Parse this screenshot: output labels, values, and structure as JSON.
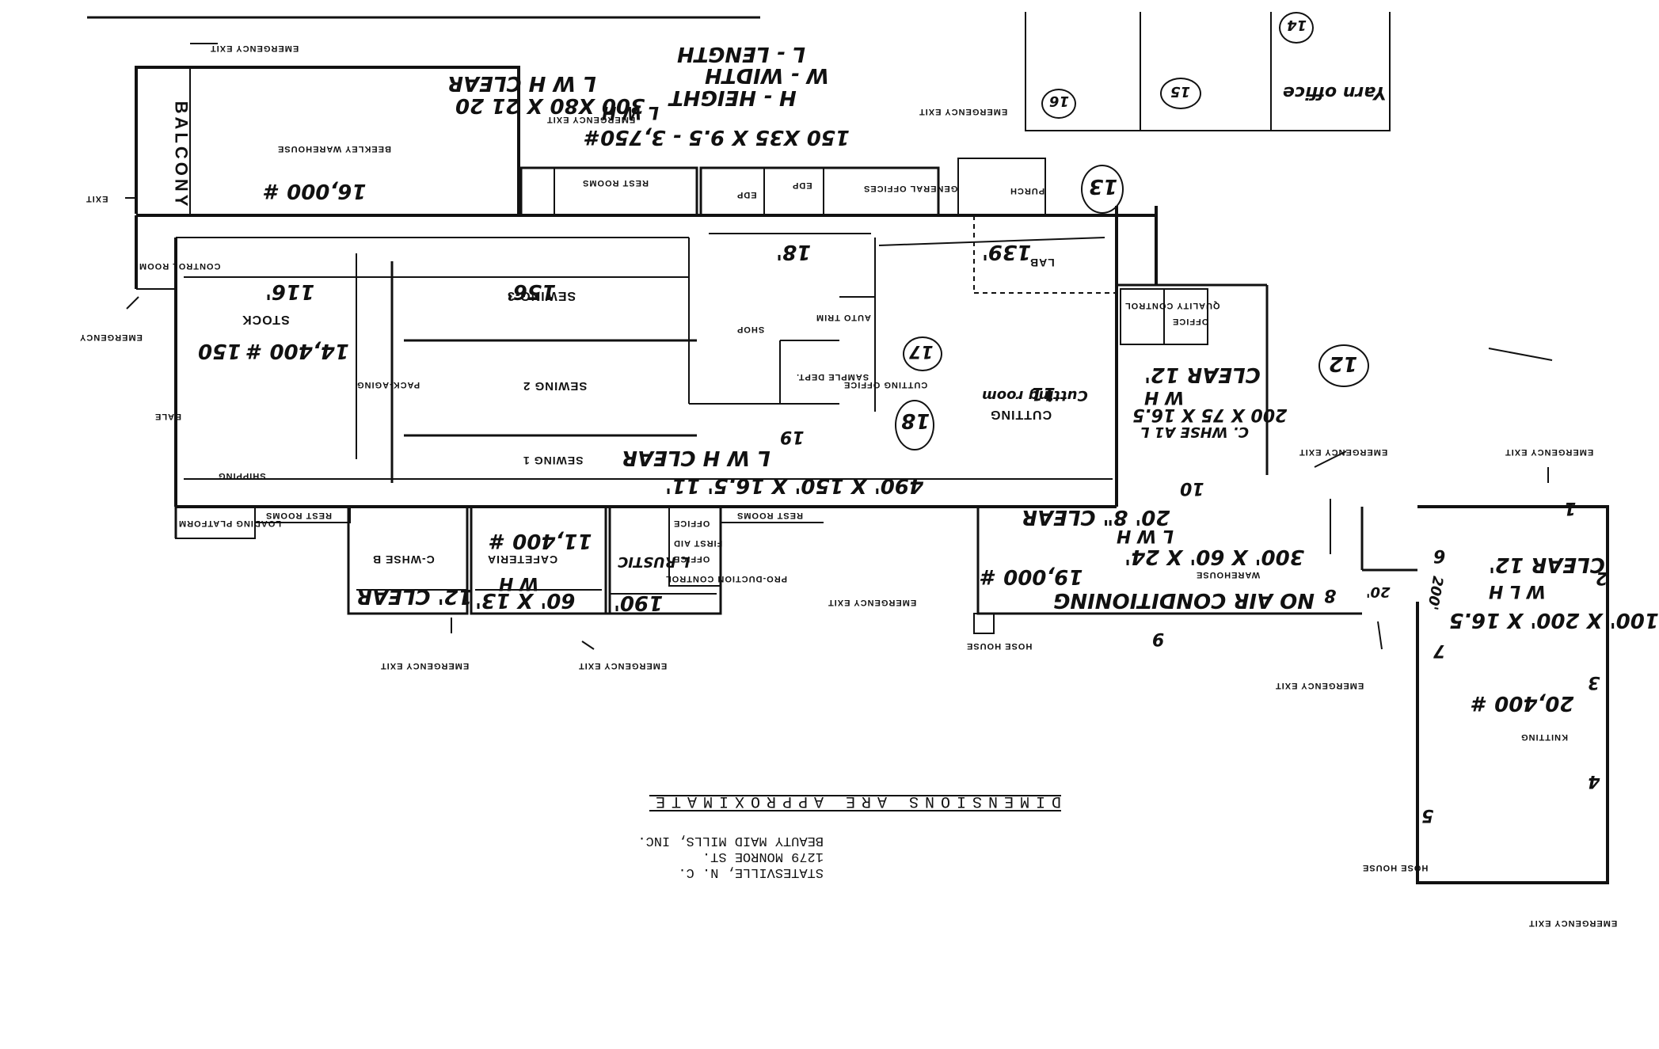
{
  "labels": {
    "balcony": "BALCONY",
    "emergency_exit": "EMERGENCY EXIT",
    "emergency": "EMERGENCY",
    "exit": "EXIT",
    "emergency_exit_left": "EMERGENCY EXIT",
    "beekley_warehouse": "BEEKLEY WAREHOUSE",
    "rest_rooms_top": "REST ROOMS",
    "edp1": "EDP",
    "edp2": "EDP",
    "general_offices": "GENERAL OFFICES",
    "purch": "PURCH",
    "control_room": "CONTROL ROOM",
    "stock": "STOCK",
    "sewing3": "SEWING-3",
    "sewing2": "SEWING 2",
    "sewing1": "SEWING 1",
    "shipping": "SHIPPING",
    "shop": "SHOP",
    "auto_trim": "AUTO TRIM",
    "cutting_office": "CUTTING OFFICE",
    "sample_dept": "SAMPLE DEPT.",
    "cutting": "CUTTING",
    "quality_control": "QUALITY CONTROL",
    "office": "OFFICE",
    "packaging": "PACK-AGING",
    "bale": "BALE",
    "loading_platform": "LOADING PLATFORM",
    "rest_rooms_bottom": "REST ROOMS",
    "rest_rooms_right": "REST ROOMS",
    "c_whse_b": "C-WHSE B",
    "cafeteria": "CAFETERIA",
    "first_aid": "FIRST AID",
    "office2": "OFFICE",
    "office3": "OFFICE",
    "production_control": "PRO-DUCTION CONTROL",
    "warehouse": "WAREHOUSE",
    "no_air_conditioning": "NO AIR CONDITIONING",
    "knitting": "KNITTING",
    "house_1": "HOSE HOUSE",
    "house_2": "HOSE HOUSE"
  },
  "annotations": {
    "legend_l": "L - LENGTH",
    "legend_w": "W - WIDTH",
    "legend_h": "H - HEIGHT",
    "beekley_dims": "300 X80 X 21 20",
    "beekley_lwh": "L W H CLEAR",
    "beekley_weight": "16,000 #",
    "offices_dims": "150 X35 X 9.5 - 3,750#",
    "offices_lwh": "L W H",
    "dim_18": "18'",
    "dim_139": "139'",
    "dim_116": "116'",
    "dim_156": "156'",
    "stock_weight": "14,400 # 150",
    "main_dims": "490' X 150' X 16.5' 11'",
    "main_lwh": "L W H CLEAR",
    "whse_a1": "C. WHSE A1 L",
    "whse_a1_dims": "200 X 75 X 16.5",
    "whse_a1_wh": "W H",
    "whse_a1_clear": "CLEAR 12'",
    "cwhse_b_clear": "12' CLEAR",
    "cafeteria_dims": "60' X 13'",
    "cafeteria_wh": "W H",
    "cafeteria_weight": "11,400 #",
    "dim_190": "190'",
    "rustic_l": "L RUSTIC",
    "warehouse_dims": "300' X 60' X 24'",
    "warehouse_lwh": "L W H",
    "warehouse_clear": "20' 8\" CLEAR",
    "warehouse_weight": "19,000 #",
    "knitting_dims": "100' X 200' X 16.5",
    "knitting_lwh": "W L H",
    "knitting_clear": "CLEAR 12'",
    "knitting_weight": "20,400 #",
    "dim_200": "200'",
    "dim_20": "20'",
    "num_13": "13",
    "num_14": "14",
    "num_15": "15",
    "num_16": "16",
    "num_17": "17",
    "num_18": "18",
    "num_19": "19",
    "num_12": "12",
    "num_11": "11",
    "num_10": "10",
    "num_9": "9",
    "num_8": "8",
    "num_7": "7",
    "num_6": "6",
    "num_5": "5",
    "num_4": "4",
    "num_3": "3",
    "num_2": "2",
    "num_1": "1",
    "yarn_office": "Yarn office",
    "cutting_room": "Cutting room",
    "lab": "LAB"
  },
  "caption": {
    "company": "BEAUTY MAID MILLS, INC.",
    "street": "1279 MONROE ST.",
    "city": "STATESVILLE, N. C.",
    "note": "DIMENSIONS ARE APPROXIMATE"
  }
}
